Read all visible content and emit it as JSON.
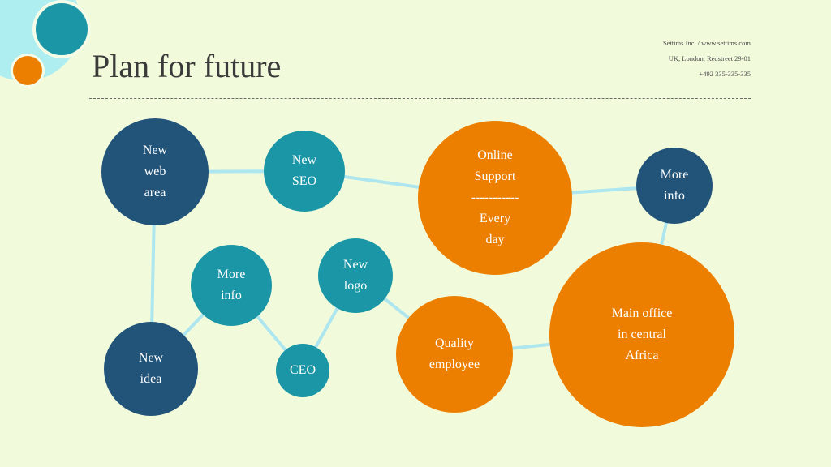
{
  "slide": {
    "title": "Plan for future",
    "contact": {
      "line1": "Settims Inc. / www.settims.com",
      "line2": "UK, London, Redstreet 29-01",
      "line3": "+492 335-335-335"
    }
  },
  "colors": {
    "background": "#f1fbdc",
    "navy": "#22547a",
    "teal": "#1a96a6",
    "orange": "#ec7f00",
    "connector": "#aee6ef"
  },
  "nodes": {
    "new_web_area": "New\nweb\narea",
    "new_seo": "New\nSEO",
    "online_support": "Online\nSupport\n-----------\nEvery\nday",
    "more_info_top": "More\ninfo",
    "more_info_left": "More\ninfo",
    "new_logo": "New\nlogo",
    "new_idea": "New\nidea",
    "ceo": "CEO",
    "quality_employee": "Quality\nemployee",
    "main_office": "Main office\nin central\nAfrica"
  },
  "connections": [
    [
      "new_web_area",
      "new_seo"
    ],
    [
      "new_web_area",
      "new_idea"
    ],
    [
      "new_seo",
      "online_support"
    ],
    [
      "online_support",
      "more_info_top"
    ],
    [
      "more_info_top",
      "main_office"
    ],
    [
      "new_idea",
      "more_info_left"
    ],
    [
      "more_info_left",
      "ceo"
    ],
    [
      "ceo",
      "new_logo"
    ],
    [
      "new_logo",
      "quality_employee"
    ],
    [
      "quality_employee",
      "main_office"
    ]
  ]
}
